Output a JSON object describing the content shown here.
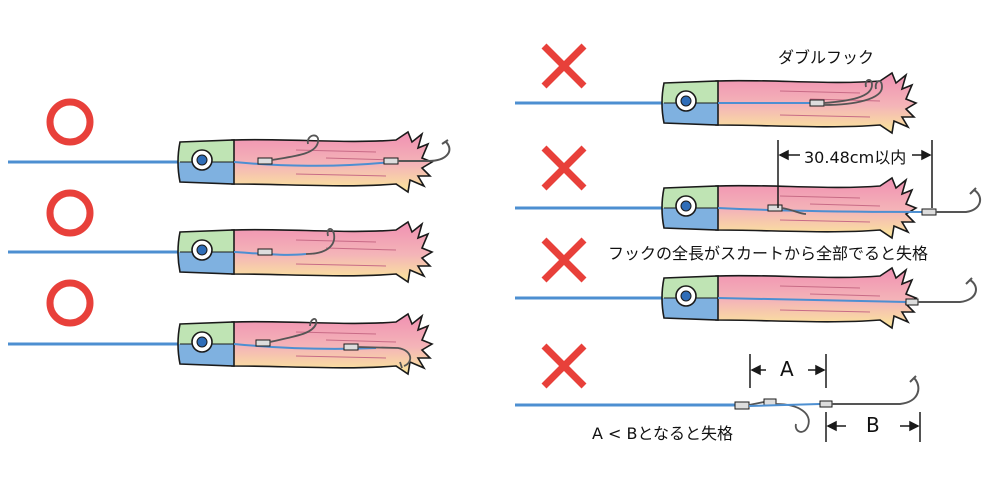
{
  "title": "",
  "colors": {
    "ok_mark": "#e8403a",
    "ng_mark": "#e8403a",
    "line": "#4d8fd1",
    "head_top": "#b8e0b0",
    "head_bottom": "#7fb1e0",
    "skirt_top": "#f08fb0",
    "skirt_bottom": "#fbe79a",
    "outline": "#1a1a1a"
  },
  "marks": {
    "ok": "circle-mark",
    "ng": "cross-mark"
  },
  "labels": {
    "double_hook": "ダブルフック",
    "distance": "30.48cm以内",
    "hook_full_length": "フックの全長がスカートから全部でると失格",
    "a_label": "A",
    "b_label": "B",
    "a_lt_b": "A < Bとなると失格"
  },
  "rows": [
    {
      "verdict": "ok"
    },
    {
      "verdict": "ok"
    },
    {
      "verdict": "ok"
    },
    {
      "verdict": "ng"
    },
    {
      "verdict": "ng"
    },
    {
      "verdict": "ng"
    },
    {
      "verdict": "ng"
    }
  ]
}
